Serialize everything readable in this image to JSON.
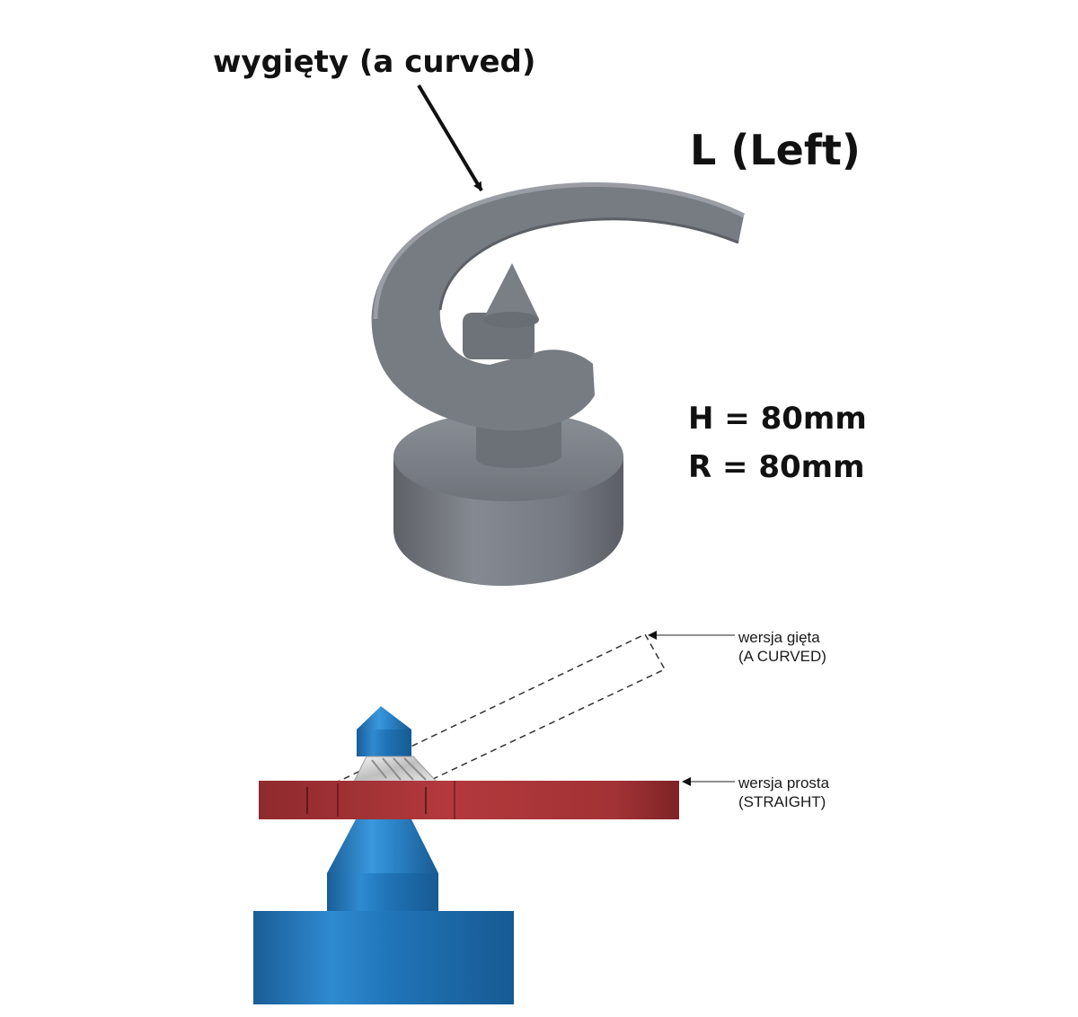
{
  "photo": {
    "curved_label": "wygięty (a curved)",
    "side_label": "L (Left)",
    "height_spec": "H = 80mm",
    "radius_spec": "R = 80mm"
  },
  "drawing": {
    "curved_version_line1": "wersja gięta",
    "curved_version_line2": "(A CURVED)",
    "straight_version_line1": "wersja prosta",
    "straight_version_line2": "(STRAIGHT)"
  },
  "colors": {
    "part_gray": "#73777f",
    "blade_red": "#a83236",
    "body_blue": "#1f72b4"
  }
}
